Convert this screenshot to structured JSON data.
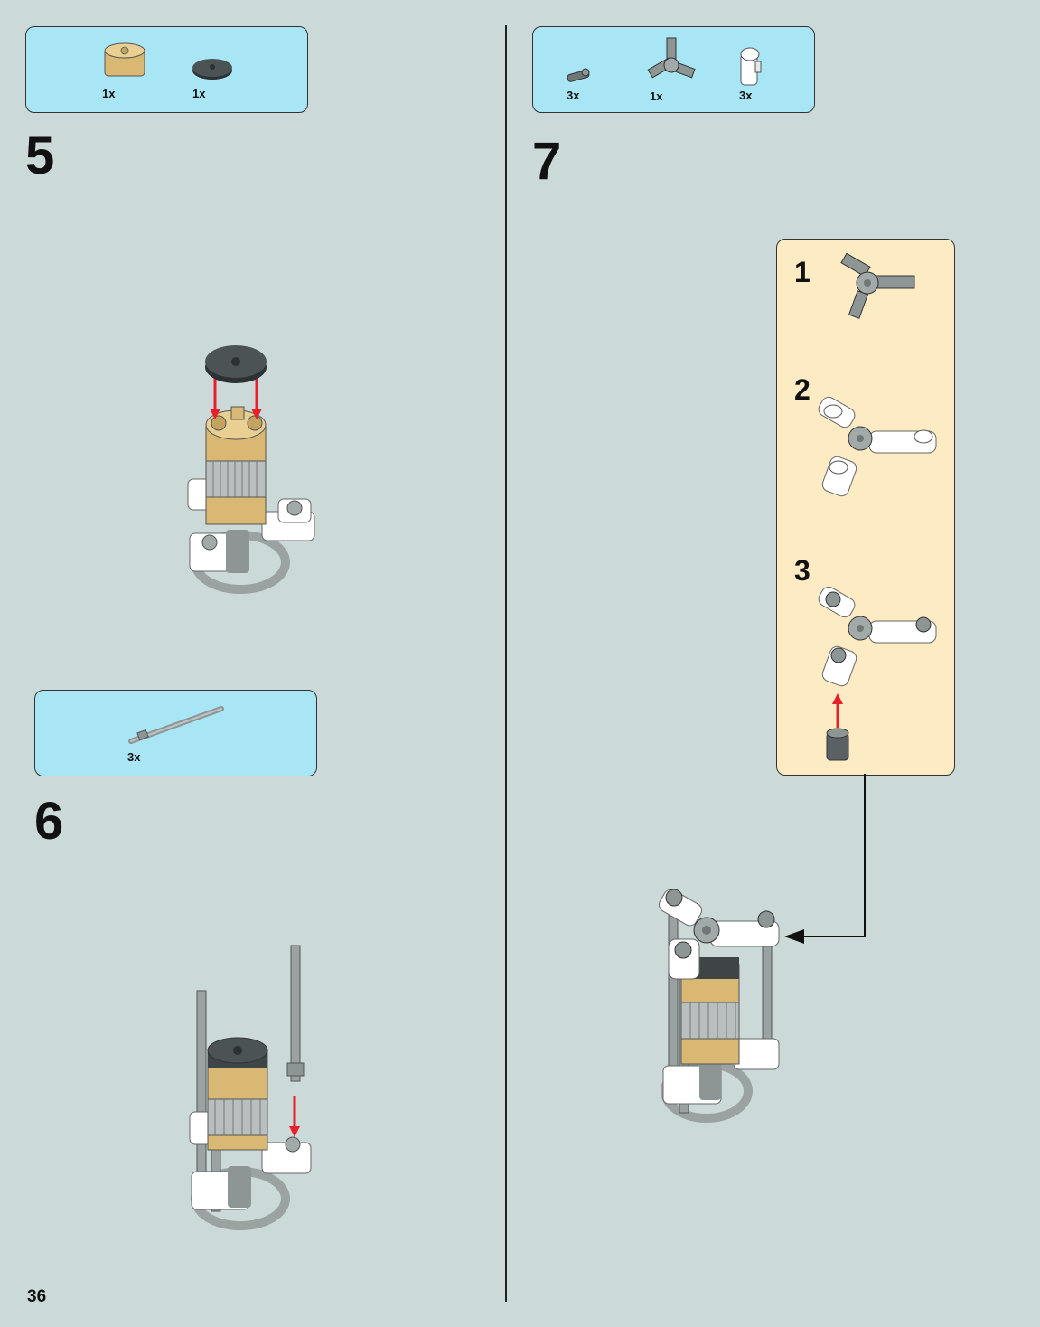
{
  "page": {
    "number": "36"
  },
  "steps": [
    {
      "number": "5",
      "parts": [
        {
          "icon": "tan-round-brick-icon",
          "qty": "1x"
        },
        {
          "icon": "dark-round-tile-icon",
          "qty": "1x"
        }
      ]
    },
    {
      "number": "6",
      "parts": [
        {
          "icon": "gray-bar-icon",
          "qty": "3x"
        }
      ]
    },
    {
      "number": "7",
      "parts": [
        {
          "icon": "gray-pin-icon",
          "qty": "3x"
        },
        {
          "icon": "gray-hub-connector-icon",
          "qty": "1x"
        },
        {
          "icon": "white-clip-icon",
          "qty": "3x"
        }
      ],
      "substeps": [
        {
          "number": "1"
        },
        {
          "number": "2"
        },
        {
          "number": "3"
        }
      ]
    }
  ],
  "colors": {
    "background": "#cbd9d9",
    "parts_box": "#a8e6f6",
    "callout_box": "#fdebc4",
    "arrow": "#e8202a",
    "tan": "#d8b872",
    "dark_gray": "#3f4446",
    "light_gray": "#a2a9a9"
  }
}
